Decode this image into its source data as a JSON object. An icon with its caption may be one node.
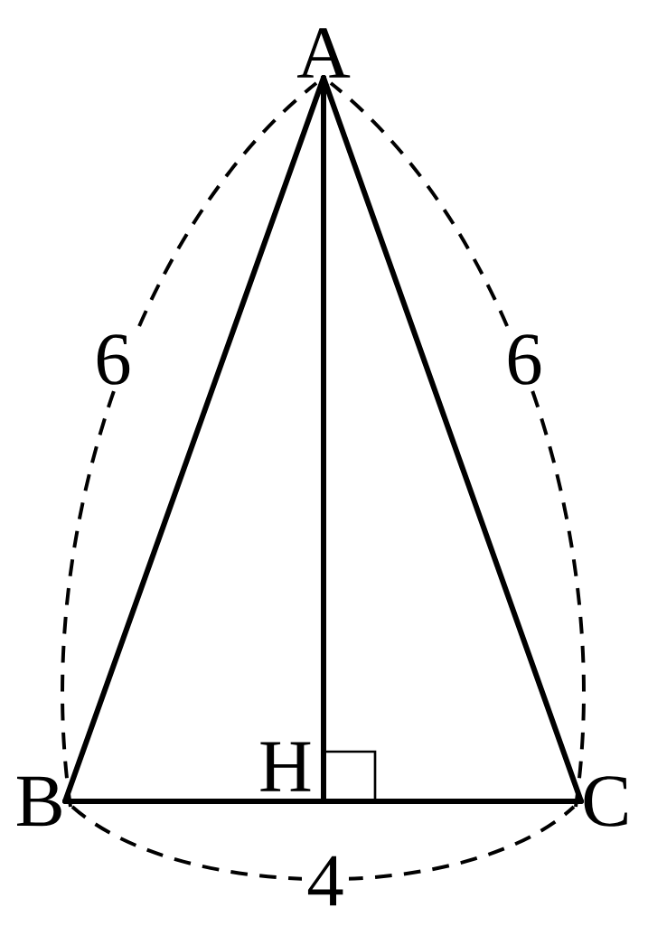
{
  "diagram": {
    "nodes": [
      {
        "text": [
          "A"
        ]
      },
      {
        "text": [
          "B"
        ]
      },
      {
        "text": [
          "C"
        ]
      },
      {
        "text": [
          "H"
        ]
      }
    ],
    "edges": [
      {
        "from": 0,
        "to": 1,
        "arrow": "none"
      },
      {
        "from": 0,
        "to": 2,
        "arrow": "none"
      },
      {
        "from": 1,
        "to": 2,
        "arrow": "none"
      },
      {
        "from": 0,
        "to": 3,
        "arrow": "none"
      }
    ],
    "labels": [
      "6",
      "6",
      "4"
    ]
  }
}
